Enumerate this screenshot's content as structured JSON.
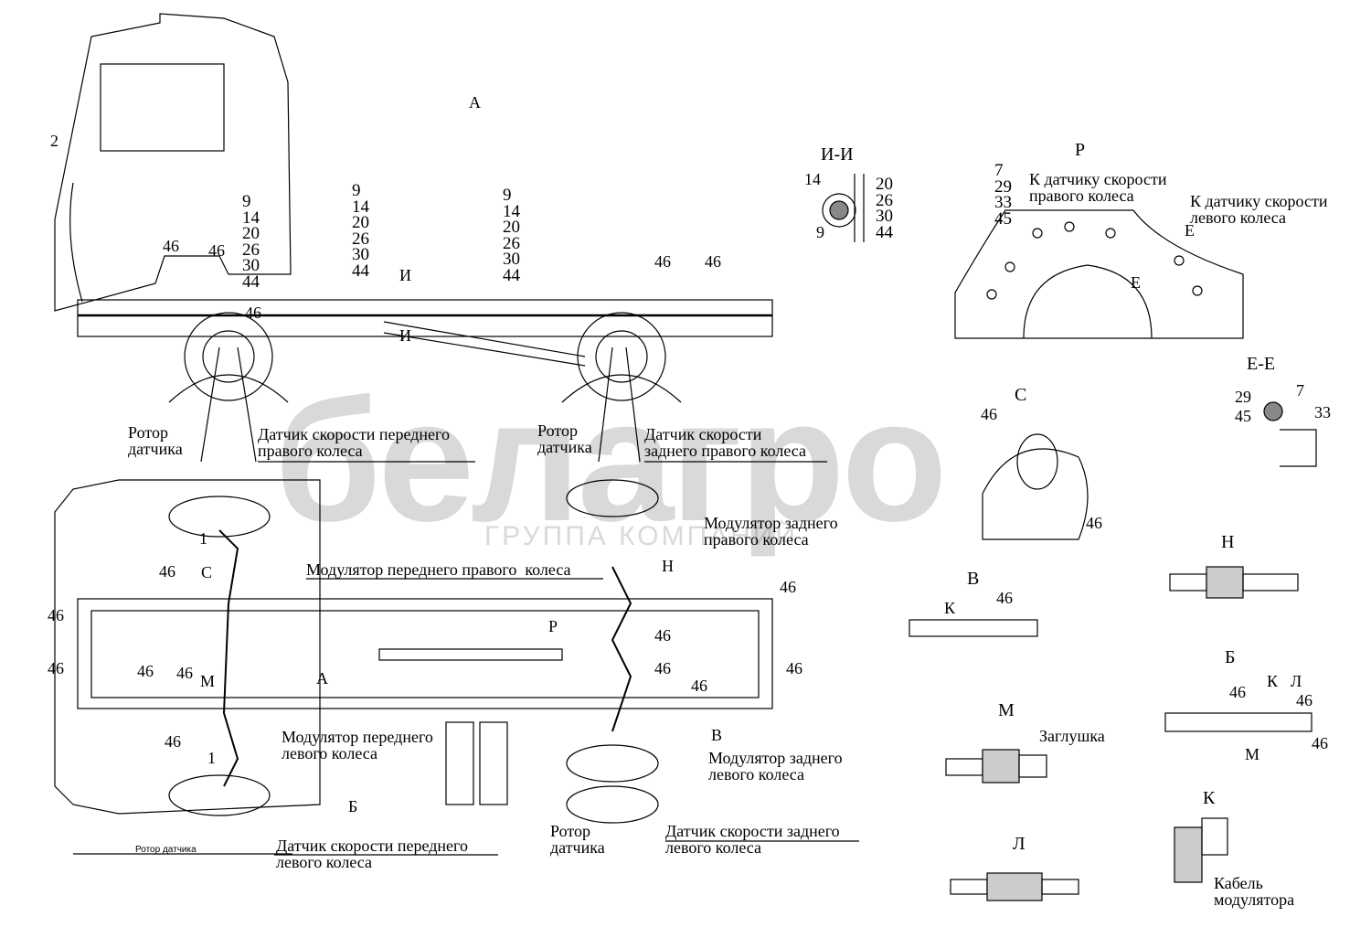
{
  "watermark": {
    "brand": "белагро",
    "subtitle": "ГРУППА КОМПАНИЙ"
  },
  "side_view": {
    "view_label": "А",
    "pos_2": "2",
    "stack_1": "9\n14\n20\n26\n30\n44",
    "stack_2": "9\n14\n20\n26\n30\n44",
    "stack_3": "9\n14\n20\n26\n30\n44",
    "pos_46": "46",
    "section_mark": "И",
    "rotor_front": "Ротор\nдатчика",
    "sensor_front_right": "Датчик скорости переднего\nправого колеса",
    "rotor_rear": "Ротор\nдатчика",
    "sensor_rear_right": "Датчик скорости\nзаднего правого колеса"
  },
  "section_ii": {
    "title": "И-И",
    "pos_14": "14",
    "pos_9": "9",
    "stack": "20\n26\n30\n44"
  },
  "view_r": {
    "title": "Р",
    "stack": "7\n29\n33\n45",
    "to_right": "К датчику скорости\nправого колеса",
    "to_left": "К датчику скорости\nлевого колеса",
    "mark_e": "Е"
  },
  "section_ee": {
    "title": "Е-Е",
    "pos_29": "29",
    "pos_45": "45",
    "pos_7": "7",
    "pos_33": "33"
  },
  "view_c": {
    "title": "С",
    "pos_46": "46"
  },
  "top_view": {
    "pos_1": "1",
    "pos_46": "46",
    "mark_c": "С",
    "mark_m": "М",
    "mark_a": "А",
    "mark_p": "Р",
    "mark_h": "Н",
    "mark_b": "Б",
    "mark_v": "В",
    "modulator_front_right": "Модулятор переднего правого  колеса",
    "modulator_rear_right": "Модулятор заднего\nправого колеса",
    "modulator_front_left": "Модулятор переднего\nлевого колеса",
    "modulator_rear_left": "Модулятор заднего\nлевого колеса",
    "rotor_rear_left": "Ротор\nдатчика",
    "sensor_rear_left": "Датчик скорости заднего\nлевого колеса",
    "rotor_small": "Ротор датчика",
    "sensor_front_left": "Датчик скорости переднего\nлевого колеса"
  },
  "view_h": {
    "title": "Н"
  },
  "view_v": {
    "title": "В",
    "mark_k": "К",
    "pos_46": "46"
  },
  "view_m": {
    "title": "М",
    "plug": "Заглушка"
  },
  "view_b": {
    "title": "Б",
    "pos_46": "46",
    "mark_k": "К",
    "mark_l": "Л",
    "mark_m": "М"
  },
  "view_k": {
    "title": "К",
    "cable": "Кабель\nмодулятора"
  },
  "view_l": {
    "title": "Л"
  }
}
